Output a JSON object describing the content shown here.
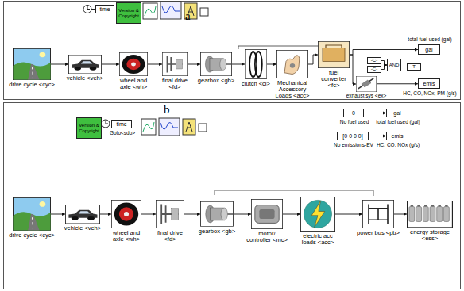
{
  "diagram": {
    "nodes": [
      {
        "text": [
          "time"
        ]
      },
      {
        "text": [
          "Version & Copyright"
        ]
      },
      {
        "text": [
          "drive cycle <cyc>"
        ]
      },
      {
        "text": [
          "vehicle <veh>"
        ]
      },
      {
        "text": [
          "wheel and axle <wh>"
        ]
      },
      {
        "text": [
          "final drive <fd>"
        ]
      },
      {
        "text": [
          "gearbox <gb>"
        ]
      },
      {
        "text": [
          "clutch <cl>"
        ]
      },
      {
        "text": [
          "Mechanical Accessory Loads <acc>"
        ]
      },
      {
        "text": [
          "fuel converter <fc>"
        ]
      },
      {
        "text": [
          "-C-"
        ]
      },
      {
        "text": [
          "-C-"
        ]
      },
      {
        "text": [
          "AND"
        ]
      },
      {
        "text": [
          "exhaust sys <ex>"
        ]
      },
      {
        "text": [
          "-T-"
        ]
      },
      {
        "text": [
          "gal",
          "total fuel used (gal)"
        ]
      },
      {
        "text": [
          "emis",
          "HC, CO, NOx, PM (g/s)"
        ]
      },
      {
        "text": [
          "Version & Copyright"
        ]
      },
      {
        "text": [
          "time",
          "Goto<sdo>"
        ]
      },
      {
        "text": [
          "0",
          "No fuel used"
        ]
      },
      {
        "text": [
          "gal",
          "total fuel used (gal)"
        ]
      },
      {
        "text": [
          "[0 0 0 0]",
          "No emissions-EV"
        ]
      },
      {
        "text": [
          "emis",
          "HC, CO, NOx (g/s)"
        ]
      },
      {
        "text": [
          "drive cycle <cyc>"
        ]
      },
      {
        "text": [
          "vehicle <veh>"
        ]
      },
      {
        "text": [
          "wheel and axle <wh>"
        ]
      },
      {
        "text": [
          "final drive <fd>"
        ]
      },
      {
        "text": [
          "gearbox <gb>"
        ]
      },
      {
        "text": [
          "motor/ controller <mc>"
        ]
      },
      {
        "text": [
          "electric acc loads <acc>"
        ]
      },
      {
        "text": [
          "power bus <pb>"
        ]
      },
      {
        "text": [
          "energy storage <ess>"
        ]
      }
    ],
    "edges": [
      {
        "from": 2,
        "to": 3,
        "arrow": "to"
      },
      {
        "from": 3,
        "to": 4,
        "arrow": "to"
      },
      {
        "from": 4,
        "to": 5,
        "arrow": "to"
      },
      {
        "from": 5,
        "to": 6,
        "arrow": "to"
      },
      {
        "from": 6,
        "to": 7,
        "arrow": "to"
      },
      {
        "from": 7,
        "to": 8,
        "arrow": "to"
      },
      {
        "from": 8,
        "to": 9,
        "arrow": "to"
      },
      {
        "from": 9,
        "to": 15,
        "arrow": "to"
      },
      {
        "from": 9,
        "to": 13,
        "arrow": "to"
      },
      {
        "from": 10,
        "to": 12,
        "arrow": "to"
      },
      {
        "from": 11,
        "to": 12,
        "arrow": "to"
      },
      {
        "from": 13,
        "to": 16,
        "arrow": "to"
      },
      {
        "from": 19,
        "to": 20,
        "arrow": "to"
      },
      {
        "from": 21,
        "to": 22,
        "arrow": "to"
      },
      {
        "from": 23,
        "to": 24,
        "arrow": "to"
      },
      {
        "from": 24,
        "to": 25,
        "arrow": "to"
      },
      {
        "from": 25,
        "to": 26,
        "arrow": "to"
      },
      {
        "from": 26,
        "to": 27,
        "arrow": "to"
      },
      {
        "from": 27,
        "to": 28,
        "arrow": "to"
      },
      {
        "from": 28,
        "to": 29,
        "arrow": "to"
      },
      {
        "from": 29,
        "to": 30,
        "arrow": "to"
      },
      {
        "from": 30,
        "to": 31,
        "arrow": "to"
      }
    ],
    "labels": [
      "a",
      "b"
    ]
  }
}
